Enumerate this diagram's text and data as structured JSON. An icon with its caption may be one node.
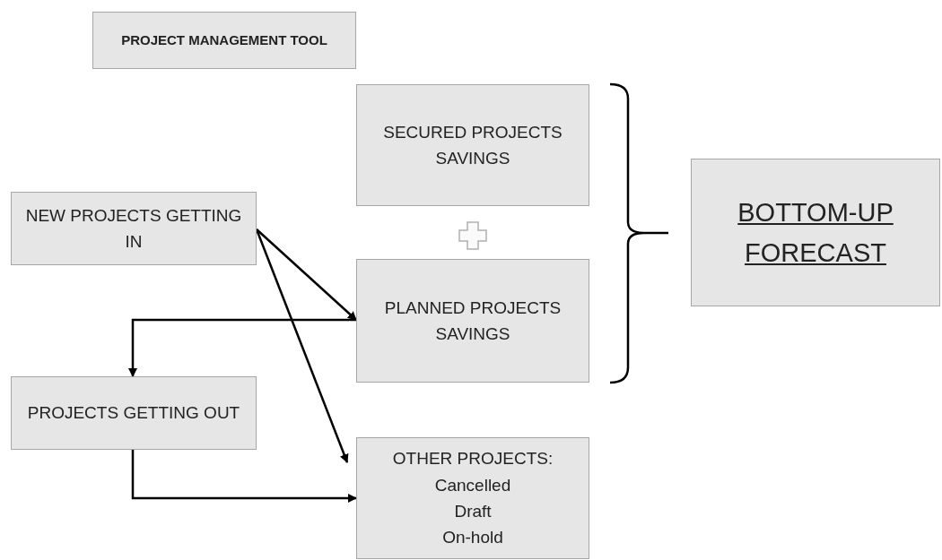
{
  "diagram": {
    "nodes": [
      {
        "text": [
          "PROJECT MANAGEMENT TOOL"
        ]
      },
      {
        "text": [
          "SECURED PROJECTS SAVINGS"
        ]
      },
      {
        "text": [
          "NEW PROJECTS GETTING IN"
        ]
      },
      {
        "text": [
          "BOTTOM-UP FORECAST"
        ]
      },
      {
        "text": [
          "PLANNED PROJECTS SAVINGS"
        ]
      },
      {
        "text": [
          "PROJECTS GETTING OUT"
        ]
      },
      {
        "text": [
          "OTHER PROJECTS:",
          "Cancelled",
          "Draft",
          "On-hold"
        ]
      }
    ],
    "edges": [
      {
        "from": 2,
        "to": 4,
        "arrow": "to"
      },
      {
        "from": 2,
        "to": 6,
        "arrow": "to"
      },
      {
        "from": 4,
        "to": 5,
        "arrow": "to"
      },
      {
        "from": 5,
        "to": 6,
        "arrow": "to"
      }
    ]
  }
}
